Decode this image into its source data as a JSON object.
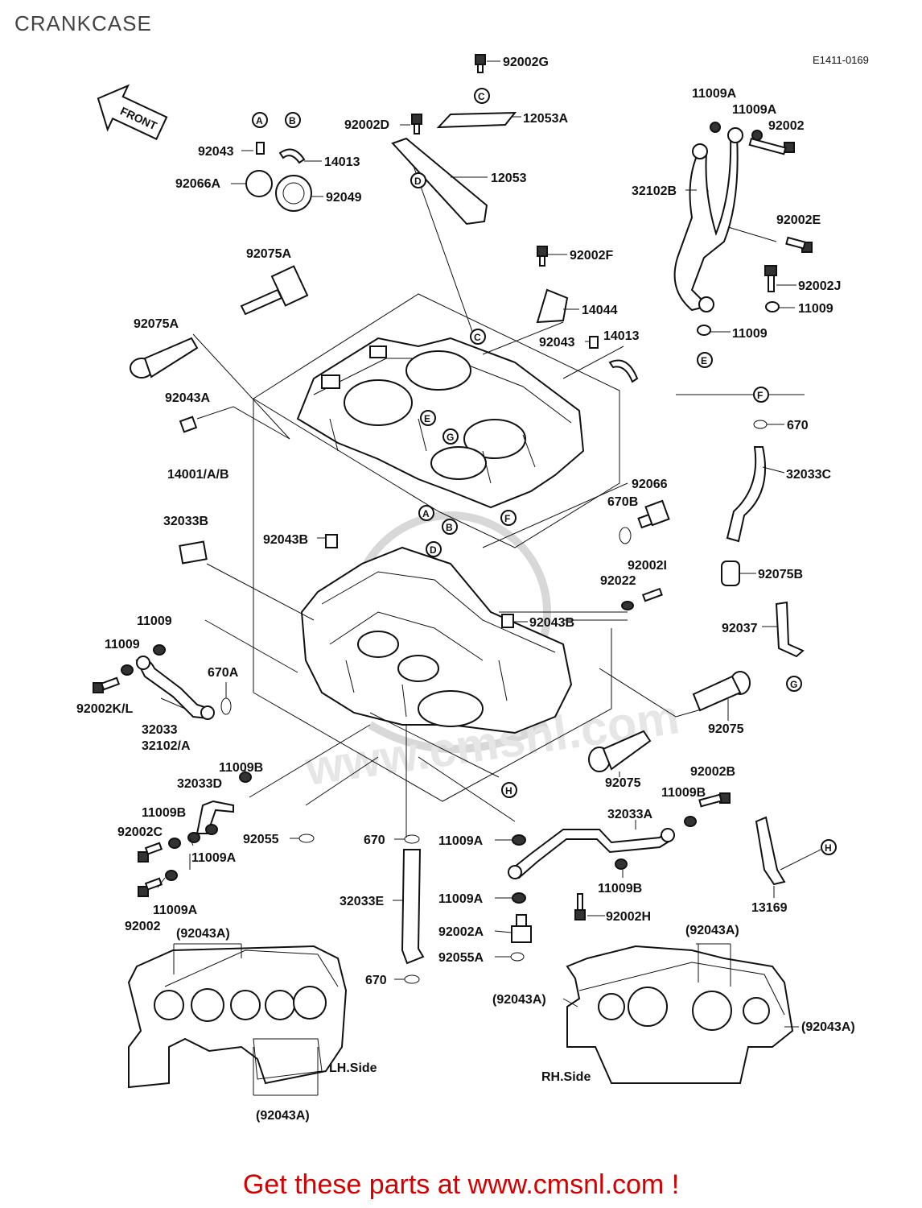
{
  "page": {
    "title": "CRANKCASE",
    "code": "E1411-0169",
    "footer": "Get these parts at www.cmsnl.com !"
  },
  "diagram": {
    "front_arrow": "FRONT",
    "callouts": {
      "A": "A",
      "B": "B",
      "C": "C",
      "D": "D",
      "E": "E",
      "F": "F",
      "G": "G",
      "H": "H"
    },
    "labels": {
      "p92002G": "92002G",
      "p12053A": "12053A",
      "p92002D": "92002D",
      "p12053": "12053",
      "p92043_top": "92043",
      "p14013_top": "14013",
      "p92066A": "92066A",
      "p92049": "92049",
      "p92075A_1": "92075A",
      "p92075A_2": "92075A",
      "p92043A": "92043A",
      "p14001": "14001/A/B",
      "p92002F": "92002F",
      "p14044": "14044",
      "p92043_mid": "92043",
      "p14013_mid": "14013",
      "p11009A_1": "11009A",
      "p11009A_2": "11009A",
      "p92002_tr": "92002",
      "p32102B": "32102B",
      "p92002E": "92002E",
      "p92002J": "92002J",
      "p11009_r1": "11009",
      "p11009_r2": "11009",
      "p670_r": "670",
      "p32033C": "32033C",
      "p92075B": "92075B",
      "p92066": "92066",
      "p670B": "670B",
      "p92002I": "92002I",
      "p92022": "92022",
      "p92043B_1": "92043B",
      "p92043B_2": "92043B",
      "p32033B": "32033B",
      "p92037": "92037",
      "p11009_l1": "11009",
      "p11009_l2": "11009",
      "p670A": "670A",
      "p92002KL": "92002K/L",
      "p32033": "32033",
      "p32102A": "32102/A",
      "p92075_1": "92075",
      "p92075_2": "92075",
      "p11009B_1": "11009B",
      "p32033D": "32033D",
      "p11009B_2": "11009B",
      "p92002C": "92002C",
      "p11009A_3": "11009A",
      "p11009A_4": "11009A",
      "p92002_bl": "92002",
      "p92055": "92055",
      "p670_c1": "670",
      "p11009A_5": "11009A",
      "p32033A": "32033A",
      "p92002B": "92002B",
      "p11009B_3": "11009B",
      "p11009B_4": "11009B",
      "p32033E": "32033E",
      "p11009A_6": "11009A",
      "p92002A": "92002A",
      "p92055A": "92055A",
      "p670_c2": "670",
      "p92002H": "92002H",
      "p13169": "13169",
      "p92043A_lt": "(92043A)",
      "p92043A_lb": "(92043A)",
      "p92043A_rt": "(92043A)",
      "p92043A_rl": "(92043A)",
      "p92043A_rr": "(92043A)",
      "lh_side": "LH.Side",
      "rh_side": "RH.Side"
    }
  }
}
